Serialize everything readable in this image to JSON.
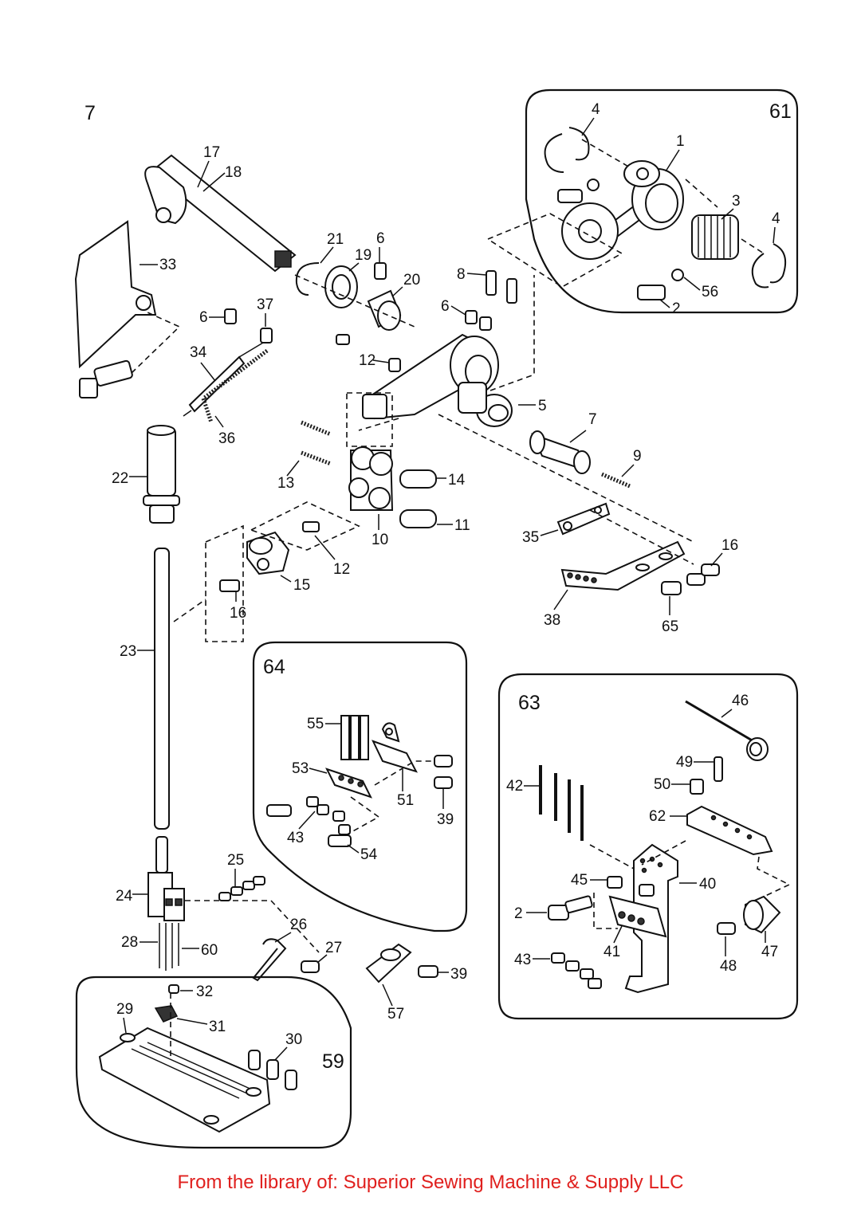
{
  "page_number": "7",
  "groups": [
    "61",
    "64",
    "63",
    "59"
  ],
  "labels": {
    "l1": "1",
    "l2a": "2",
    "l2b": "2",
    "l3": "3",
    "l4a": "4",
    "l4b": "4",
    "l5": "5",
    "l6a": "6",
    "l6b": "6",
    "l6c": "6",
    "l7": "7",
    "l8": "8",
    "l9": "9",
    "l10": "10",
    "l11": "11",
    "l12a": "12",
    "l12b": "12",
    "l13": "13",
    "l14": "14",
    "l15": "15",
    "l16a": "16",
    "l16b": "16",
    "l17": "17",
    "l18": "18",
    "l19": "19",
    "l20": "20",
    "l21": "21",
    "l22": "22",
    "l23": "23",
    "l24": "24",
    "l25": "25",
    "l26": "26",
    "l27": "27",
    "l28": "28",
    "l29": "29",
    "l30": "30",
    "l31": "31",
    "l32": "32",
    "l33": "33",
    "l34": "34",
    "l35": "35",
    "l36": "36",
    "l37": "37",
    "l38": "38",
    "l39a": "39",
    "l39b": "39",
    "l40": "40",
    "l41": "41",
    "l42": "42",
    "l43a": "43",
    "l43b": "43",
    "l45": "45",
    "l46": "46",
    "l47": "47",
    "l48": "48",
    "l49": "49",
    "l50": "50",
    "l51": "51",
    "l53": "53",
    "l54": "54",
    "l55": "55",
    "l56": "56",
    "l57": "57",
    "l60": "60",
    "l62": "62",
    "l65": "65"
  },
  "footer": "From the library of: Superior Sewing Machine & Supply LLC",
  "footer_color": "#e0201e"
}
